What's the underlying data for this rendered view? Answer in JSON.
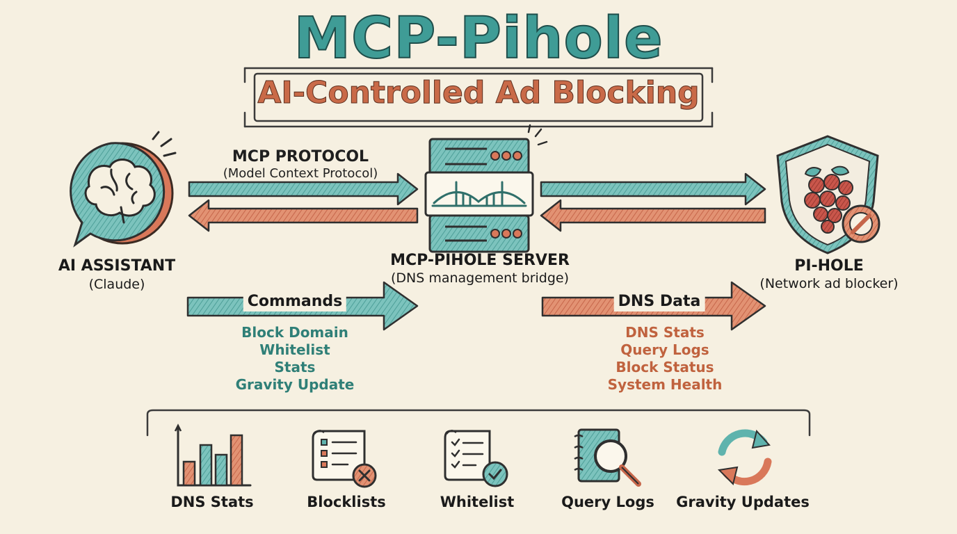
{
  "header": {
    "title": "MCP-Pihole",
    "subtitle": "AI-Controlled Ad Blocking"
  },
  "nodes": {
    "assistant": {
      "name": "AI ASSISTANT",
      "sub": "(Claude)",
      "icon": "brain-speech-bubble-icon"
    },
    "server": {
      "name": "MCP-PIHOLE SERVER",
      "sub": "(DNS management bridge)",
      "icon": "server-bridge-icon"
    },
    "pihole": {
      "name": "PI-HOLE",
      "sub": "(Network ad blocker)",
      "icon": "shield-raspberry-icon"
    }
  },
  "protocol": {
    "name": "MCP PROTOCOL",
    "sub": "(Model Context Protocol)"
  },
  "flows": {
    "commands": {
      "label": "Commands",
      "items": [
        "Block Domain",
        "Whitelist",
        "Stats",
        "Gravity Update"
      ]
    },
    "dns_data": {
      "label": "DNS Data",
      "items": [
        "DNS Stats",
        "Query Logs",
        "Block Status",
        "System Health"
      ]
    }
  },
  "features": [
    {
      "label": "DNS Stats",
      "icon": "bar-chart-icon"
    },
    {
      "label": "Blocklists",
      "icon": "blocklist-scroll-icon"
    },
    {
      "label": "Whitelist",
      "icon": "checklist-scroll-icon"
    },
    {
      "label": "Query Logs",
      "icon": "magnifier-notebook-icon"
    },
    {
      "label": "Gravity Updates",
      "icon": "refresh-arrows-icon"
    }
  ],
  "colors": {
    "teal": "#5fb3ad",
    "orange": "#d9785a",
    "background": "#f6f0e1",
    "ink": "#1f1f1f"
  }
}
